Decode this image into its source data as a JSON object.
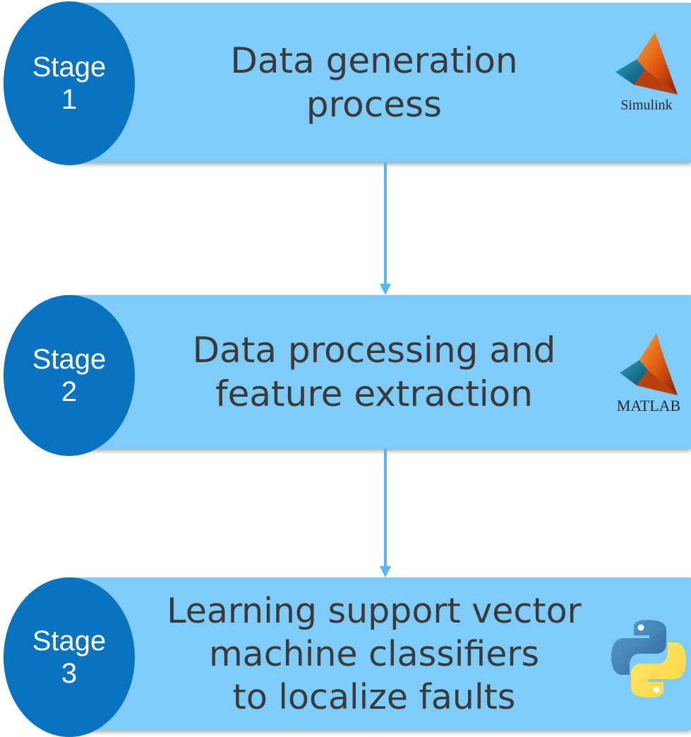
{
  "stages": [
    {
      "badge_line1": "Stage",
      "badge_line2": "1",
      "title_lines": [
        "Data generation",
        "process"
      ],
      "logo_caption": "Simulink",
      "logo_icon": "simulink-membrane-icon"
    },
    {
      "badge_line1": "Stage",
      "badge_line2": "2",
      "title_lines": [
        "Data processing and",
        "feature extraction"
      ],
      "logo_caption": "MATLAB",
      "logo_icon": "matlab-membrane-icon"
    },
    {
      "badge_line1": "Stage",
      "badge_line2": "3",
      "title_lines": [
        "Learning support vector",
        "machine classifiers",
        "to localize faults"
      ],
      "logo_caption": "",
      "logo_icon": "python-icon"
    }
  ],
  "colors": {
    "box_fill": "#7fccfb",
    "badge_fill": "#0a73bf",
    "arrow": "#55b6f4",
    "title_text": "#3a3a3a"
  }
}
